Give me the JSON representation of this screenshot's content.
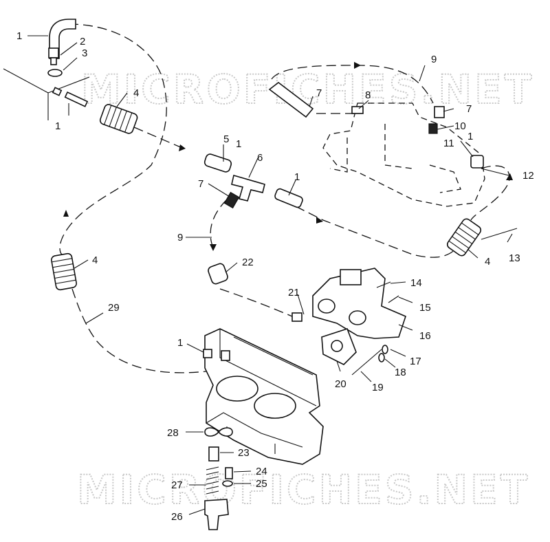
{
  "watermark": {
    "text": "MICROFICHES.NET"
  },
  "callouts": {
    "c1a": "1",
    "c2": "2",
    "c3": "3",
    "c4a": "4",
    "c1b": "1",
    "c5": "5",
    "c1c": "1",
    "c6": "6",
    "c7a": "7",
    "c1d": "1",
    "c9a": "9",
    "c7b": "7",
    "c8": "8",
    "c7c": "7",
    "c10": "10",
    "c11": "11",
    "c1e": "1",
    "c12": "12",
    "c13": "13",
    "c4b": "4",
    "c9b": "9",
    "c22": "22",
    "c4c": "4",
    "c29": "29",
    "c21": "21",
    "c14": "14",
    "c15": "15",
    "c16": "16",
    "c17": "17",
    "c18": "18",
    "c19": "19",
    "c20": "20",
    "c1f": "1",
    "c28": "28",
    "c23": "23",
    "c24": "24",
    "c25": "25",
    "c27": "27",
    "c26": "26"
  }
}
